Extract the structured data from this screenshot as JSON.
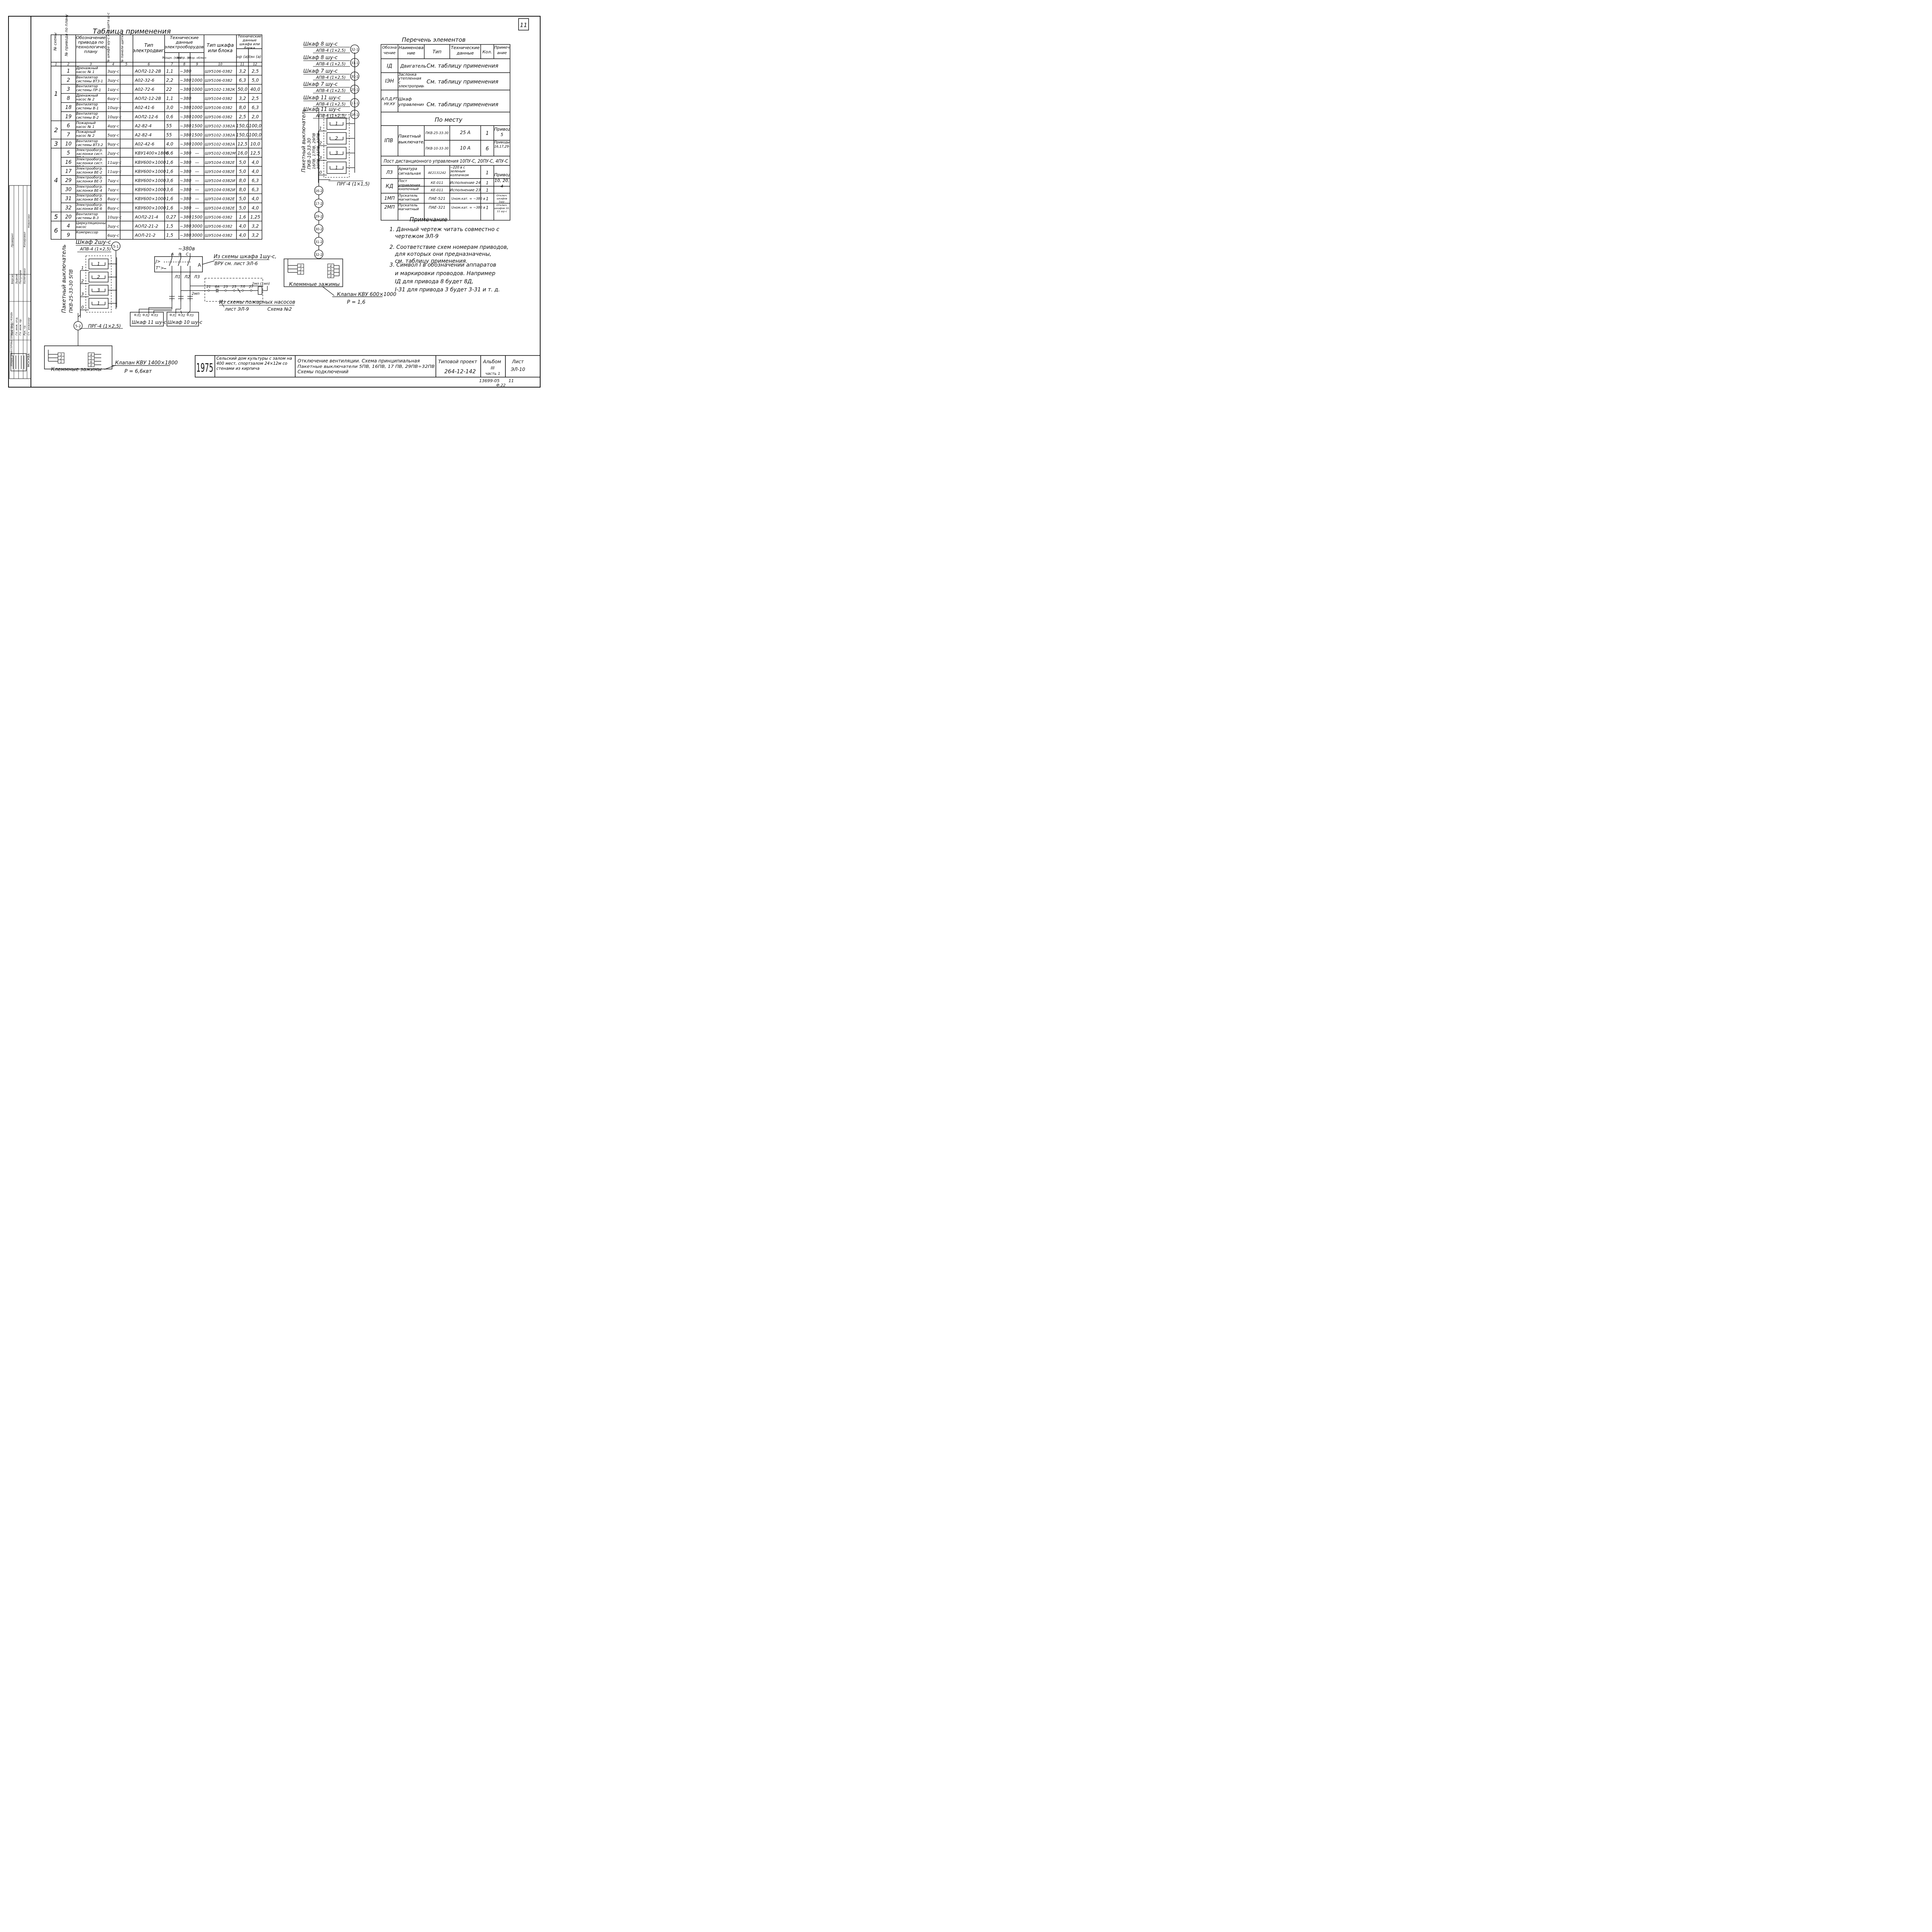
{
  "sheet": {
    "sheet_number": "11",
    "bottom_code": "13699-05",
    "bottom_page": "11",
    "bottom_format": "Ф.22"
  },
  "usage_table": {
    "title": "Таблица применения",
    "headers": [
      "№ схемы",
      "№ привода по плану",
      "Обозначение привода по технологическому плану",
      "№ шкафа шу-с или щита щ-с",
      "№ панели щитка",
      "Тип электродвигателя",
      "Технические данные электрооборудования",
      "Тип шкафа или блока",
      "Технические данные шкафа или блока"
    ],
    "subheaders": [
      "Мощн. (квт)",
      "Напр. (в)",
      "Скор. об/мин",
      "Iнр (а)",
      "Iэн (а)"
    ],
    "col_numbers": [
      "1",
      "2",
      "3",
      "4",
      "5",
      "6",
      "7",
      "8",
      "9",
      "10",
      "11",
      "12"
    ],
    "scheme_numbers": [
      "1",
      "2",
      "3",
      "4",
      "5",
      "6"
    ],
    "rows": [
      {
        "drive": "1",
        "name": "Дренажный насос № 1",
        "cab": "3шу-с",
        "motor": "АОЛ2-12-2В",
        "kw": "1,1",
        "v": "~380",
        "rpm": "",
        "block": "ШУ5106-0382",
        "inr": "3,2",
        "ien": "2,5"
      },
      {
        "drive": "2",
        "name": "Вентилятор системы ВТ3-1",
        "cab": "3шу-с",
        "motor": "А02-32-6",
        "kw": "2,2",
        "v": "~380",
        "rpm": "1000",
        "block": "ШУ5106-0382",
        "inr": "6,3",
        "ien": "5,0"
      },
      {
        "drive": "3",
        "name": "Вентилятор системы ПР-1",
        "cab": "1шу-с",
        "motor": "А02-72-6",
        "kw": "22",
        "v": "~380",
        "rpm": "1000",
        "block": "ШУ5102-1382К",
        "inr": "50,0",
        "ien": "40,0"
      },
      {
        "drive": "8",
        "name": "Дренажный насос № 2",
        "cab": "6шу-с",
        "motor": "АОЛ2-12-2В",
        "kw": "1,1",
        "v": "~380",
        "rpm": "",
        "block": "ШУ5104-0382",
        "inr": "3,2",
        "ien": "2,5"
      },
      {
        "drive": "18",
        "name": "Вентилятор системы В-1",
        "cab": "10шу-с",
        "motor": "А02-41-6",
        "kw": "3,0",
        "v": "~380",
        "rpm": "1000",
        "block": "ШУ5106-0382",
        "inr": "8,0",
        "ien": "6,3"
      },
      {
        "drive": "19",
        "name": "Вентилятор системы В-2",
        "cab": "10шу-с",
        "motor": "АОЛ2-12-6",
        "kw": "0,6",
        "v": "~380",
        "rpm": "1000",
        "block": "ШУ5106-0382",
        "inr": "2,5",
        "ien": "2,0"
      },
      {
        "drive": "6",
        "name": "Пожарный насос № 1",
        "cab": "4шу-с",
        "motor": "А2-82-4",
        "kw": "55",
        "v": "~380",
        "rpm": "1500",
        "block": "ШУ5102-3382А",
        "inr": "150,0",
        "ien": "100,0"
      },
      {
        "drive": "7",
        "name": "Пожарный насос № 2",
        "cab": "5шу-с",
        "motor": "А2-82-4",
        "kw": "55",
        "v": "~380",
        "rpm": "1500",
        "block": "ШУ5102-3382А",
        "inr": "150,0",
        "ien": "100,0"
      },
      {
        "drive": "10",
        "name": "Вентилятор системы ВТ3-2",
        "cab": "9шу-с",
        "motor": "А02-42-6",
        "kw": "4,0",
        "v": "~380",
        "rpm": "1000",
        "block": "ШУ5102-0382А",
        "inr": "12,5",
        "ien": "10,0"
      },
      {
        "drive": "5",
        "name": "Электрообогр. заслонки сист. ПР-1",
        "cab": "2шу-с",
        "motor": "КВУ1400×1800",
        "kw": "6,6",
        "v": "~380",
        "rpm": "—",
        "block": "ШУ5102-0382М",
        "inr": "16,0",
        "ien": "12,5"
      },
      {
        "drive": "16",
        "name": "Электрообогр. заслонки сист. ВЕ-1",
        "cab": "11шу-с",
        "motor": "КВУ600×1000",
        "kw": "1,6",
        "v": "~380",
        "rpm": "—",
        "block": "ШУ5104-0382Е",
        "inr": "5,0",
        "ien": "4,0"
      },
      {
        "drive": "17",
        "name": "Электрообогр. заслонки ВЕ-2",
        "cab": "11шу-с",
        "motor": "КВУ600×1000",
        "kw": "1,6",
        "v": "~380",
        "rpm": "—",
        "block": "ШУ5104-0382Е",
        "inr": "5,0",
        "ien": "4,0"
      },
      {
        "drive": "29",
        "name": "Электрообогр. заслонки ВЕ-3",
        "cab": "7шу-с",
        "motor": "КВУ600×1000",
        "kw": "3,6",
        "v": "~380",
        "rpm": "—",
        "block": "ШУ5104-0382И",
        "inr": "8,0",
        "ien": "6,3"
      },
      {
        "drive": "30",
        "name": "Электрообогр. заслонки ВЕ-4",
        "cab": "7шу-с",
        "motor": "КВУ600×1000",
        "kw": "3,6",
        "v": "~380",
        "rpm": "—",
        "block": "ШУ5104-0382И",
        "inr": "8,0",
        "ien": "6,3"
      },
      {
        "drive": "31",
        "name": "Электрообогр. заслонки ВЕ-5",
        "cab": "8шу-с",
        "motor": "КВУ600×1000",
        "kw": "1,6",
        "v": "~380",
        "rpm": "—",
        "block": "ШУ5104-0382Е",
        "inr": "5,0",
        "ien": "4,0"
      },
      {
        "drive": "32",
        "name": "Электрообогр. заслонки ВЕ-6",
        "cab": "8шу-с",
        "motor": "КВУ600×1000",
        "kw": "1,6",
        "v": "~380",
        "rpm": "—",
        "block": "ШУ5104-0382Е",
        "inr": "5,0",
        "ien": "4,0"
      },
      {
        "drive": "20",
        "name": "Вентилятор системы В-3",
        "cab": "10шу-с",
        "motor": "АОЛ2-21-4",
        "kw": "0,27",
        "v": "~380",
        "rpm": "1500",
        "block": "ШУ5106-0382",
        "inr": "1,6",
        "ien": "1,25"
      },
      {
        "drive": "4",
        "name": "Циркуляционный насос",
        "cab": "3шу-с",
        "motor": "АОЛ2-21-2",
        "kw": "1,5",
        "v": "~380",
        "rpm": "3000",
        "block": "ШУ5106-0382",
        "inr": "4,0",
        "ien": "3,2"
      },
      {
        "drive": "9",
        "name": "Компрессор",
        "cab": "6шу-с",
        "motor": "АОЛ-21-2",
        "kw": "1,5",
        "v": "~380",
        "rpm": "3000",
        "block": "ШУ5104-0382",
        "inr": "4,0",
        "ien": "3,2"
      }
    ]
  },
  "elements_list": {
    "title": "Перечень элементов",
    "headers": [
      "Обозначение",
      "Наименование",
      "Тип",
      "Технические данные",
      "Кол.",
      "Примечание"
    ],
    "r1": {
      "code": "IД",
      "name": "Двигатель",
      "desc": "См. таблицу применения"
    },
    "r2": {
      "code": "IЭН",
      "name": "Заслонка утепленная с электроприводом",
      "desc": "См. таблицу применения"
    },
    "r3": {
      "code": "А,П,Д,РТ НУ,КУ",
      "name": "Шкаф управления",
      "desc": "См. таблицу применения"
    },
    "section": "По месту",
    "r4": {
      "code": "IПВ",
      "name": "Пакетный выключатель",
      "type1": "ПКВ-25-33-30",
      "data1": "25 А",
      "qty1": "1",
      "note1": "Привод 5",
      "type2": "ПКВ-10-33-30",
      "data2": "10 А",
      "qty2": "6",
      "note2": "Приводы 16,17,29÷32"
    },
    "remote": "Пост дистанционного управления 10ПУ-С, 20ПУ-С, 4ПУ-С",
    "r5": {
      "code": "ЛЗ",
      "name": "Арматура сигнальная",
      "type": "АЕ2131242",
      "data": "~220 в с зеленым колпачком",
      "qty": "1"
    },
    "r6": {
      "code": "КД",
      "name": "Пост управления кнопочный",
      "type1": "КЕ-011",
      "data1": "Исполнение 24",
      "qty1": "1",
      "type2": "КЕ-011",
      "data2": "Исполнение 23",
      "qty2": "1"
    },
    "note_drives": "Приводы 10, 20, 4",
    "r7": {
      "code": "1МП",
      "name": "Пускатель магнитный",
      "type": "ПАЕ-521",
      "data": "Uном.кат. = ~380 в",
      "qty": "1",
      "note": "Отключ. шкафов 1шу-с÷3шу-с"
    },
    "r8": {
      "code": "2МП",
      "name": "Пускатель магнитный",
      "type": "ПАЕ-321",
      "data": "Uном.кат. = ~380 в",
      "qty": "1",
      "note": "Отключ. шкафов 10, 11 шу-с"
    }
  },
  "notes": {
    "title": "Примечание",
    "items": [
      "1. Данный чертеж читать совместно с",
      "чертежом ЭЛ-9",
      "2. Соответствие схем номерам приводов,",
      "для которых они предназначены,",
      "см. таблицу применения.",
      "3. Символ I в обозначении аппаратов",
      "и маркировки проводов. Например",
      "IД для привода 8 будет 8Д,",
      "I-31 для привода 3 будет 3-31 и т. д."
    ]
  },
  "right_diagram": {
    "feeds": [
      {
        "cab": "Шкаф 8 шу-с",
        "cable": "АПВ-4 (1×2,5)",
        "tag": "32-1"
      },
      {
        "cab": "Шкаф 8 шу-с",
        "cable": "АПВ-4 (1×2,5)",
        "tag": "31-1"
      },
      {
        "cab": "Шкаф 7 шу-с",
        "cable": "АПВ-4 (1×2,5)",
        "tag": "30-1"
      },
      {
        "cab": "Шкаф 7 шу-с",
        "cable": "АПВ-4 (1×2,5)",
        "tag": "29-1"
      },
      {
        "cab": "Шкаф 11 шу-с",
        "cable": "АПВ-4 (1×2,5)",
        "tag": "17-1"
      },
      {
        "cab": "Шкаф 11 шу-с",
        "cable": "АПВ-4 (1×2,5)",
        "tag": "16-1"
      }
    ],
    "vertical_label_1": "Пакетный выключатель",
    "vertical_label_2": "ПКВ-10-33-30",
    "vertical_label_3": "16ПВ, 17ПВ, 29ПВ",
    "vertical_label_4": "30ПВ, 31ПВ, 32ПВ",
    "cable_out": "ПРГ-4 (1×1,5)",
    "out_tags": [
      "16-2",
      "17-2",
      "29-2",
      "30-2",
      "31-2",
      "32-2"
    ],
    "terminals_left": [
      "3",
      "2",
      "1"
    ],
    "terminals_right": [
      "4",
      "5",
      "6",
      "0"
    ],
    "terminals_label": "Клеммные зажимы",
    "valve": "Клапан КВУ 600×1000",
    "power": "Р = 1,6",
    "wire_numbers": [
      "1",
      "2",
      "3",
      "0"
    ],
    "switch_numbers": [
      "1",
      "2",
      "3",
      "1"
    ]
  },
  "left_diagram": {
    "cab": "Шкаф 2шу-с",
    "cable": "АПВ-4 (1×2,5)",
    "tag_in": "5-1",
    "tag_out": "5-2",
    "vertical_label_1": "Пакетный выключатель",
    "vertical_label_2": "ПКВ-25-33-30 5ПВ",
    "cable_out": "ПРГ-4 (1×2,5)",
    "terminals_label": "Клеммные зажимы",
    "valve": "Клапан КВУ 1400×1800",
    "power": "Р = 6,6квт",
    "wire_numbers": [
      "1",
      "2",
      "3",
      "0"
    ],
    "switch_numbers": [
      "1",
      "2",
      "3",
      "1"
    ]
  },
  "middle_diagram": {
    "voltage": "~380в",
    "phases": [
      "А",
      "В",
      "С"
    ],
    "inputs": [
      "J>",
      "T°>"
    ],
    "ammeter": "А",
    "source_note_1": "Из схемы шкафа 1шу-с,",
    "source_note_2": "ВРУ см. лист ЭЛ-6",
    "lines": [
      "Л1",
      "Л2",
      "Л3"
    ],
    "contacts": [
      "21",
      "6А",
      "23",
      "25",
      "7Л",
      "27"
    ],
    "coil": "2мп (1мп)",
    "contact_label": "2мп",
    "fire_note_1": "Из схемы пожарных насосов",
    "fire_note_2": "лист ЭЛ-9",
    "fire_note_3": "Схема №2",
    "cab_a": "Шкаф 11 шу-с",
    "cab_b": "Шкаф 10 шу-с",
    "terminal_labels": [
      "Л1",
      "Л2",
      "Л3"
    ]
  },
  "left_margin": {
    "org": "ЗРЕЛИЩНЫХ ЗДАНИЙ И СПОРТИВНЫХ СООРУЖЕНИЙ ИМЕНИ Б.С. МЕЗЕНЦЕВА",
    "city": "МОСКВА",
    "roles": [
      "Нач. отд.",
      "Гл. инж. отд.",
      "Гл. инж. пр.",
      "Рук. гр.",
      "Ст. инженер"
    ],
    "names": [
      "Бергин",
      "Зудков",
      "Полунцев",
      "Холмченко",
      "Новикова"
    ],
    "checks": [
      "Проверил",
      "Копировал"
    ]
  },
  "title_block": {
    "year": "1975",
    "object": "Сельский дом культуры с залом на 400 мест, спортзалом 24×12м со стенами из кирпича",
    "sheet_title_1": "Отключение вентиляции. Схема принципиальная",
    "sheet_title_2": "Пакетные выключатели 5ПВ, 16ПВ, 17 ПВ, 29ПВ÷32ПВ",
    "sheet_title_3": "Схемы подключений",
    "project_label": "Типовой проект",
    "project": "264-12-142",
    "album_label": "Альбом",
    "album": "III",
    "part": "часть 1",
    "sheet_label": "Лист",
    "sheet": "ЭЛ-10"
  }
}
